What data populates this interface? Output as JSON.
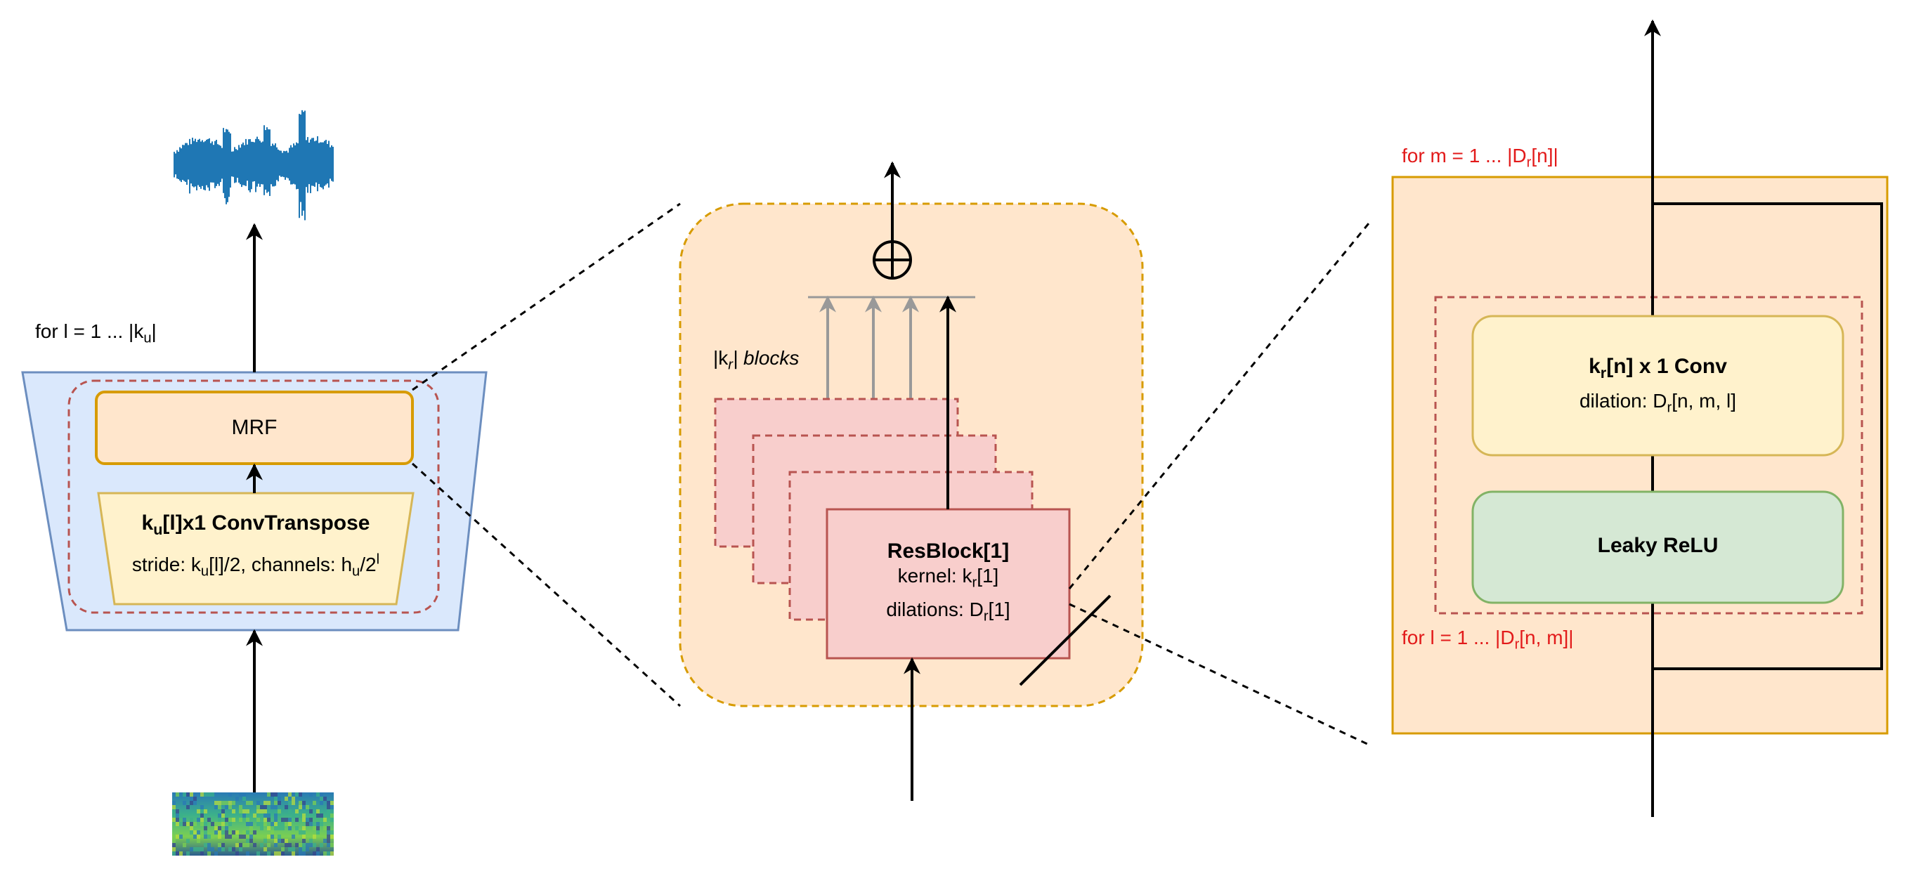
{
  "colors": {
    "blue_panel_fill": "#dae8fc",
    "blue_panel_stroke": "#6c8ebf",
    "orange_fill": "#ffe6cc",
    "orange_stroke": "#d79b00",
    "mrf_stroke": "#d79b00",
    "convtranspose_fill": "#fff2cc",
    "convtranspose_stroke": "#d6b656",
    "resblock_fill": "#f8cecc",
    "resblock_stroke": "#b85450",
    "conv_fill": "#fff2cc",
    "leaky_fill": "#d5e8d4",
    "leaky_stroke": "#82b366",
    "red_dashed": "#b85450",
    "gray_arrow": "#999999",
    "red_text": "#e21a1a",
    "waveform": "#1f77b4"
  },
  "left_panel": {
    "loop_label": {
      "prefix": "for l = 1 ... |k",
      "sub": "u",
      "suffix": "|"
    },
    "mrf_label": "MRF",
    "convtranspose": {
      "title_k": "k",
      "title_sub": "u",
      "title_rest": "[l]x1 ConvTranspose",
      "stride_prefix": "stride: k",
      "stride_sub": "u",
      "stride_mid": "[l]/2, channels: h",
      "channels_sub": "u",
      "channels_rest": "/2",
      "channels_sup": "l"
    },
    "waveform_icon": "audio-waveform-icon",
    "spectrogram_icon": "mel-spectrogram-icon"
  },
  "middle_panel": {
    "blocks_label": {
      "prefix": "|k",
      "sub": "r",
      "suffix": "| blocks"
    },
    "sum_icon": "circled-plus-icon",
    "resblock": {
      "title": "ResBlock[1]",
      "kernel_prefix": "kernel: k",
      "kernel_sub": "r",
      "kernel_rest": "[1]",
      "dilations_prefix": "dilations: D",
      "dilations_sub": "r",
      "dilations_rest": "[1]"
    }
  },
  "right_panel": {
    "outer_loop": {
      "prefix": "for m = 1 ... |D",
      "sub": "r",
      "suffix": "[n]|"
    },
    "inner_loop": {
      "prefix": "for l = 1 ... |D",
      "sub": "r",
      "suffix": "[n, m]|"
    },
    "conv": {
      "title_k": "k",
      "title_sub": "r",
      "title_rest": "[n] x 1 Conv",
      "dilation_prefix": "dilation: D",
      "dilation_sub": "r",
      "dilation_rest": "[n, m, l]"
    },
    "activation": "Leaky ReLU"
  }
}
